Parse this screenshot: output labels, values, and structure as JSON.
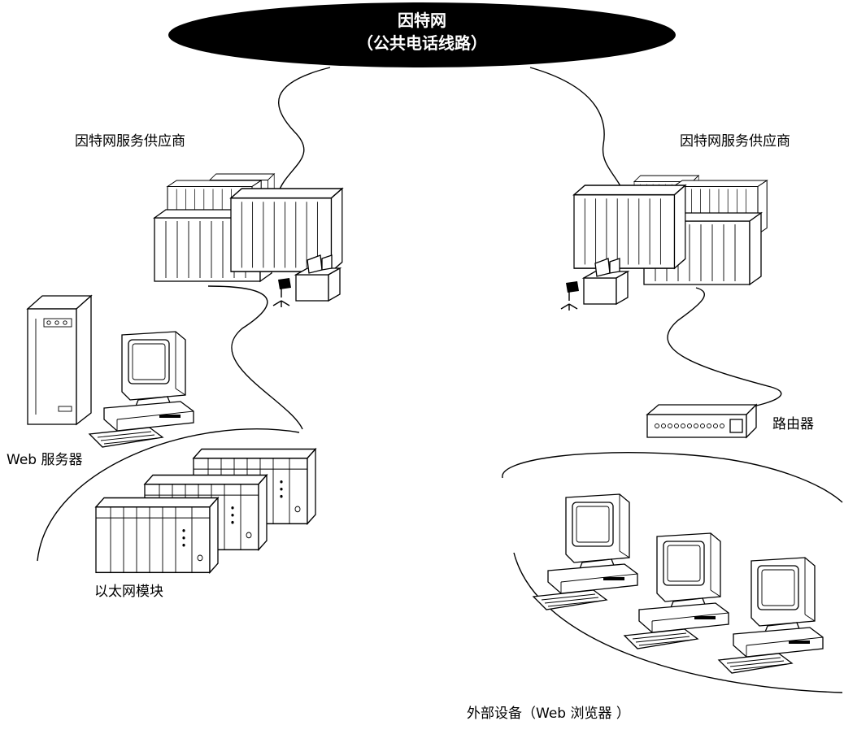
{
  "internet": {
    "title": "因特网",
    "subtitle": "（公共电话线路）"
  },
  "labels": {
    "isp_left": "因特网服务供应商",
    "isp_right": "因特网服务供应商",
    "web_server": "Web 服务器",
    "ethernet_module": "以太网模块",
    "router": "路由器",
    "external_devices": "外部设备（Web 浏览器 ）"
  },
  "colors": {
    "line": "#000000",
    "cloud_fill": "#000000",
    "cloud_text": "#ffffff",
    "background": "#ffffff"
  },
  "icons": {
    "internet": "cloud-ellipse-icon",
    "isp": "mainframe-server-icon",
    "operator": "operator-desk-icon",
    "server": "tower-server-icon",
    "pc": "desktop-computer-icon",
    "plc": "plc-rack-icon",
    "router": "router-icon"
  }
}
